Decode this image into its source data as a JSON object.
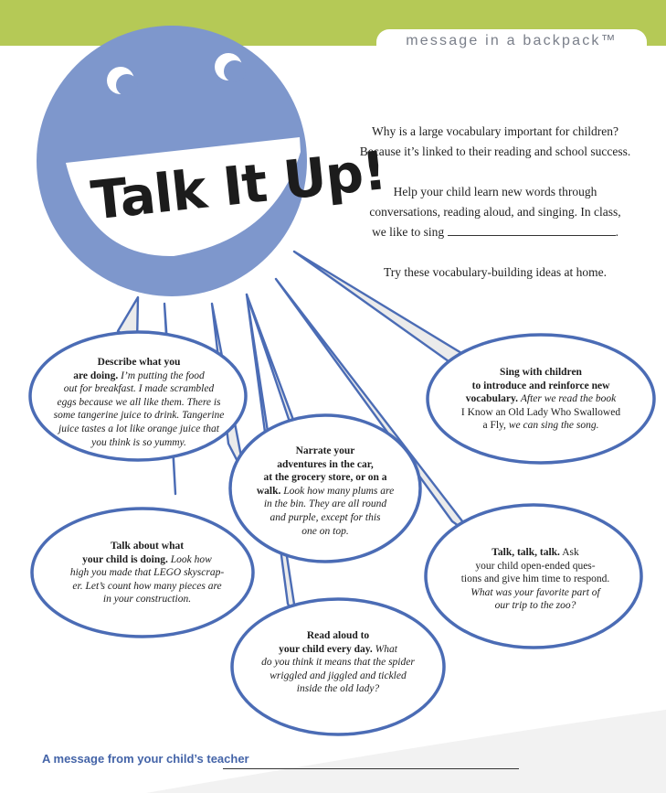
{
  "header": {
    "brand": "message in a backpack™"
  },
  "title": "Talk It Up!",
  "intro": {
    "line1": "Why is a large vocabulary important for children?",
    "line2": "Because it’s linked to their reading and school success.",
    "line3": "Help your child learn new words through",
    "line4": "conversations, reading aloud, and singing. In class,",
    "line5": "we like to sing",
    "line5_end": ".",
    "line6": "Try these vocabulary-building ideas at home."
  },
  "bubbles": {
    "describe": {
      "bold1": "Describe what you",
      "bold2": "are doing.",
      "italic1": "I’m putting the food",
      "italic2": "out for breakfast. I made scrambled",
      "italic3": "eggs because we all like them. There is",
      "italic4": "some tangerine juice to drink. Tangerine",
      "italic5": "juice tastes a lot like orange juice that",
      "italic6": "you think is so yummy."
    },
    "sing": {
      "bold1": "Sing with children",
      "bold2": "to introduce and reinforce new",
      "bold3": "vocabulary.",
      "italic1": "After we read the book",
      "plain1": "I Know an Old Lady Who Swallowed",
      "plain2": "a Fly,",
      "italic2": "we can sing the song."
    },
    "narrate": {
      "bold1": "Narrate your",
      "bold2": "adventures in the car,",
      "bold3": "at the grocery store, or on a",
      "bold4": "walk.",
      "italic1": "Look how many plums are",
      "italic2": "in the bin. They are all round",
      "italic3": "and purple, except for this",
      "italic4": "one on top."
    },
    "talkabout": {
      "bold1": "Talk about what",
      "bold2": "your child is doing.",
      "italic1": "Look how",
      "italic2": "high you made that LEGO skyscrap-",
      "italic3": "er. Let’s count how many pieces are",
      "italic4": "in your construction."
    },
    "talktalk": {
      "bold1": "Talk, talk, talk.",
      "plain1": "Ask",
      "plain2": "your child open-ended ques-",
      "plain3": "tions and give him time to respond.",
      "italic1": "What was your favorite part of",
      "italic2": "our trip to the zoo?"
    },
    "readaloud": {
      "bold1": "Read aloud to",
      "bold2": "your child every day.",
      "italic1": "What",
      "italic2": "do you think it means that the spider",
      "italic3": "wriggled and jiggled and tickled",
      "italic4": "inside the old lady?"
    }
  },
  "footer": {
    "label": "A message from your child’s teacher"
  },
  "colors": {
    "band": "#b5c956",
    "face": "#7e97cc",
    "bubble_stroke": "#4b6cb5",
    "footer_text": "#4464a8"
  }
}
